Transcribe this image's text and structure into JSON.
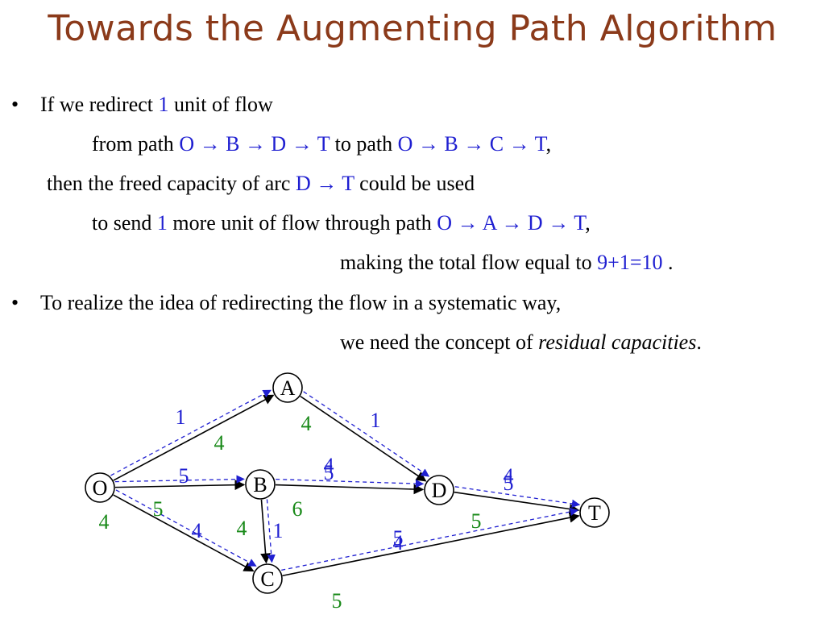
{
  "title": "Towards the Augmenting Path Algorithm",
  "bullets": [
    {
      "lines": [
        {
          "parts": [
            {
              "t": "If we redirect "
            },
            {
              "t": "1",
              "c": "blue"
            },
            {
              "t": " unit of flow"
            }
          ]
        },
        {
          "parts": [
            {
              "t": "from path "
            },
            {
              "t": "O → B → D → T",
              "c": "blue"
            },
            {
              "t": " to path "
            },
            {
              "t": "O → B → C → T",
              "c": "blue"
            },
            {
              "t": ","
            }
          ]
        },
        {
          "parts": [
            {
              "t": "then the freed capacity of arc "
            },
            {
              "t": "D → T",
              "c": "blue"
            },
            {
              "t": " could be used"
            }
          ]
        },
        {
          "parts": [
            {
              "t": "to send "
            },
            {
              "t": "1",
              "c": "blue"
            },
            {
              "t": " more unit of flow through path "
            },
            {
              "t": "O → A → D → T",
              "c": "blue"
            },
            {
              "t": ","
            }
          ]
        },
        {
          "parts": [
            {
              "t": "making the total flow equal to "
            },
            {
              "t": "9+1=10",
              "c": "blue"
            },
            {
              "t": " ."
            }
          ]
        }
      ]
    },
    {
      "lines": [
        {
          "parts": [
            {
              "t": "To realize the idea of redirecting the flow in a systematic way,"
            }
          ]
        },
        {
          "parts": [
            {
              "t": "we need the concept of "
            },
            {
              "t": "residual capacities",
              "c": "it"
            },
            {
              "t": "."
            }
          ]
        }
      ]
    }
  ],
  "bullet_symbol": "•",
  "colors": {
    "title": "#8b3a1a",
    "flow": "#1f1fd1",
    "capacity": "#1a8a1a",
    "arc": "#000000"
  },
  "chart_data": {
    "type": "network",
    "nodes": [
      "O",
      "A",
      "B",
      "C",
      "D",
      "T"
    ],
    "arcs": [
      {
        "from": "O",
        "to": "A",
        "capacity": "4",
        "flow": "1"
      },
      {
        "from": "O",
        "to": "B",
        "capacity": "5",
        "flow": "5"
      },
      {
        "from": "O",
        "to": "C",
        "capacity": "4",
        "flow": "4"
      },
      {
        "from": "A",
        "to": "D",
        "capacity": "4",
        "flow": "1"
      },
      {
        "from": "B",
        "to": "D",
        "capacity": "6",
        "flow": "4",
        "flow_overlay": "5"
      },
      {
        "from": "B",
        "to": "C",
        "capacity": "4",
        "flow": "1"
      },
      {
        "from": "D",
        "to": "T",
        "capacity": "5",
        "flow": "4",
        "flow_overlay": "5"
      },
      {
        "from": "C",
        "to": "T",
        "capacity": "5",
        "flow": "5",
        "flow_overlay": "4"
      }
    ]
  }
}
